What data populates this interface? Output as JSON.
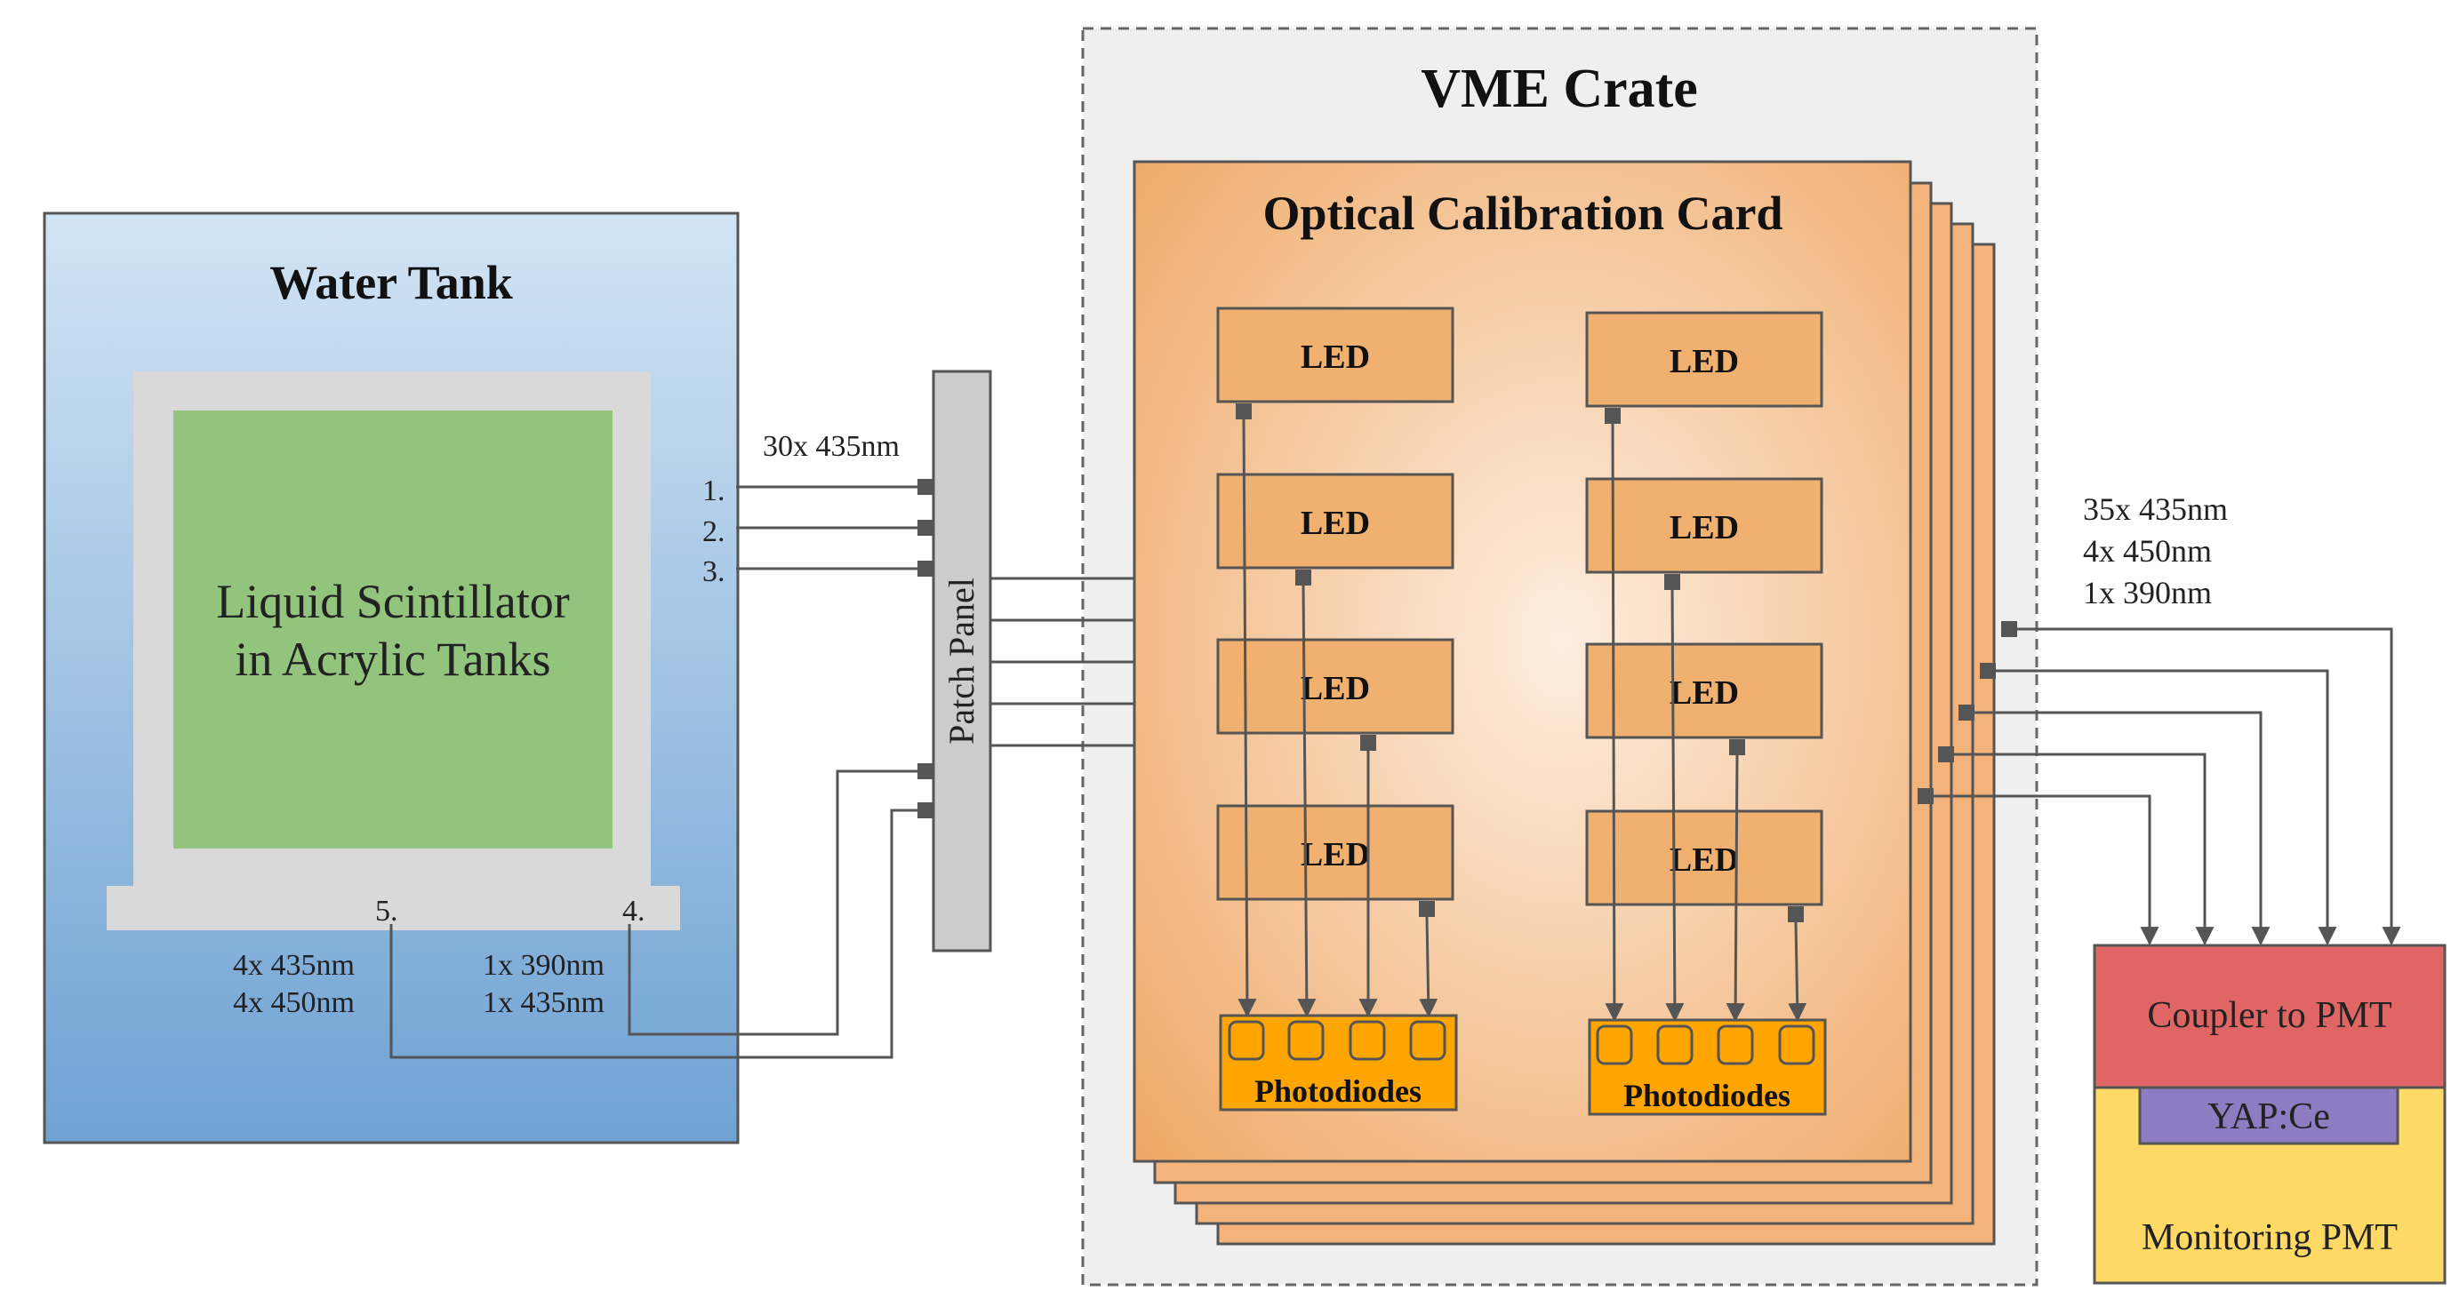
{
  "water_tank": {
    "title": "Water Tank",
    "scintillator_line1": "Liquid Scintillator",
    "scintillator_line2": "in Acrylic Tanks",
    "port_labels": [
      "1.",
      "2.",
      "3.",
      "4.",
      "5."
    ],
    "port4_wavelengths": [
      "1x 390nm",
      "1x 435nm"
    ],
    "port5_wavelengths": [
      "4x 435nm",
      "4x 450nm"
    ]
  },
  "fibers_top": "30x 435nm",
  "patch_panel": {
    "label": "Patch Panel"
  },
  "vme_crate": {
    "title": "VME Crate",
    "card": {
      "title": "Optical Calibration Card",
      "led_label": "LED",
      "photodiodes_label": "Photodiodes"
    }
  },
  "outputs": {
    "lines": [
      "35x 435nm",
      "4x 450nm",
      "1x 390nm"
    ]
  },
  "monitor": {
    "coupler": "Coupler to PMT",
    "crystal": "YAP:Ce",
    "pmt": "Monitoring PMT"
  },
  "colors": {
    "water_top": "#d2e4f4",
    "water_bottom": "#6fa2d3",
    "scintillator": "#93c47d",
    "acrylic": "#d9d9d9",
    "card_center": "#fdeee0",
    "card_edge": "#efa866",
    "led": "#f0b070",
    "photodiode_box": "#ffa500",
    "coupler": "#e06666",
    "crystal": "#8e7cc3",
    "pmt": "#ffd966",
    "crate_bg": "#efefef"
  }
}
